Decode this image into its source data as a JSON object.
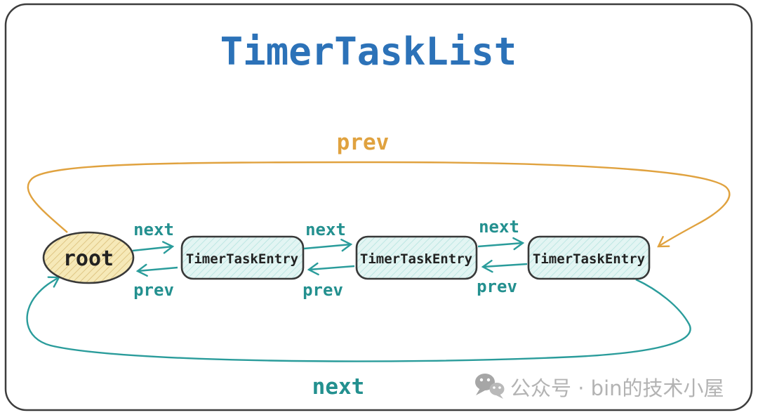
{
  "title": "TimerTaskList",
  "nodes": {
    "root": {
      "label": "root"
    },
    "entries": [
      {
        "label": "TimerTaskEntry"
      },
      {
        "label": "TimerTaskEntry"
      },
      {
        "label": "TimerTaskEntry"
      }
    ]
  },
  "edges": {
    "pairs": [
      {
        "next": "next",
        "prev": "prev"
      },
      {
        "next": "next",
        "prev": "prev"
      },
      {
        "next": "next",
        "prev": "prev"
      }
    ],
    "outer": {
      "prev": "prev",
      "next": "next"
    }
  },
  "watermark": {
    "icon": "wechat-icon",
    "text": "公众号 · bin的技术小屋"
  },
  "colors": {
    "title_blue": "#2c72b8",
    "arrow_teal": "#2a9c9b",
    "arc_orange": "#e0a23f",
    "root_fill": "#f6e9b8",
    "root_hatch": "#dcc27f",
    "entry_fill": "#e3f5f3",
    "entry_hatch": "#b5e3df",
    "shape_stroke": "#383838",
    "watermark_gray": "#b3b3b3"
  }
}
